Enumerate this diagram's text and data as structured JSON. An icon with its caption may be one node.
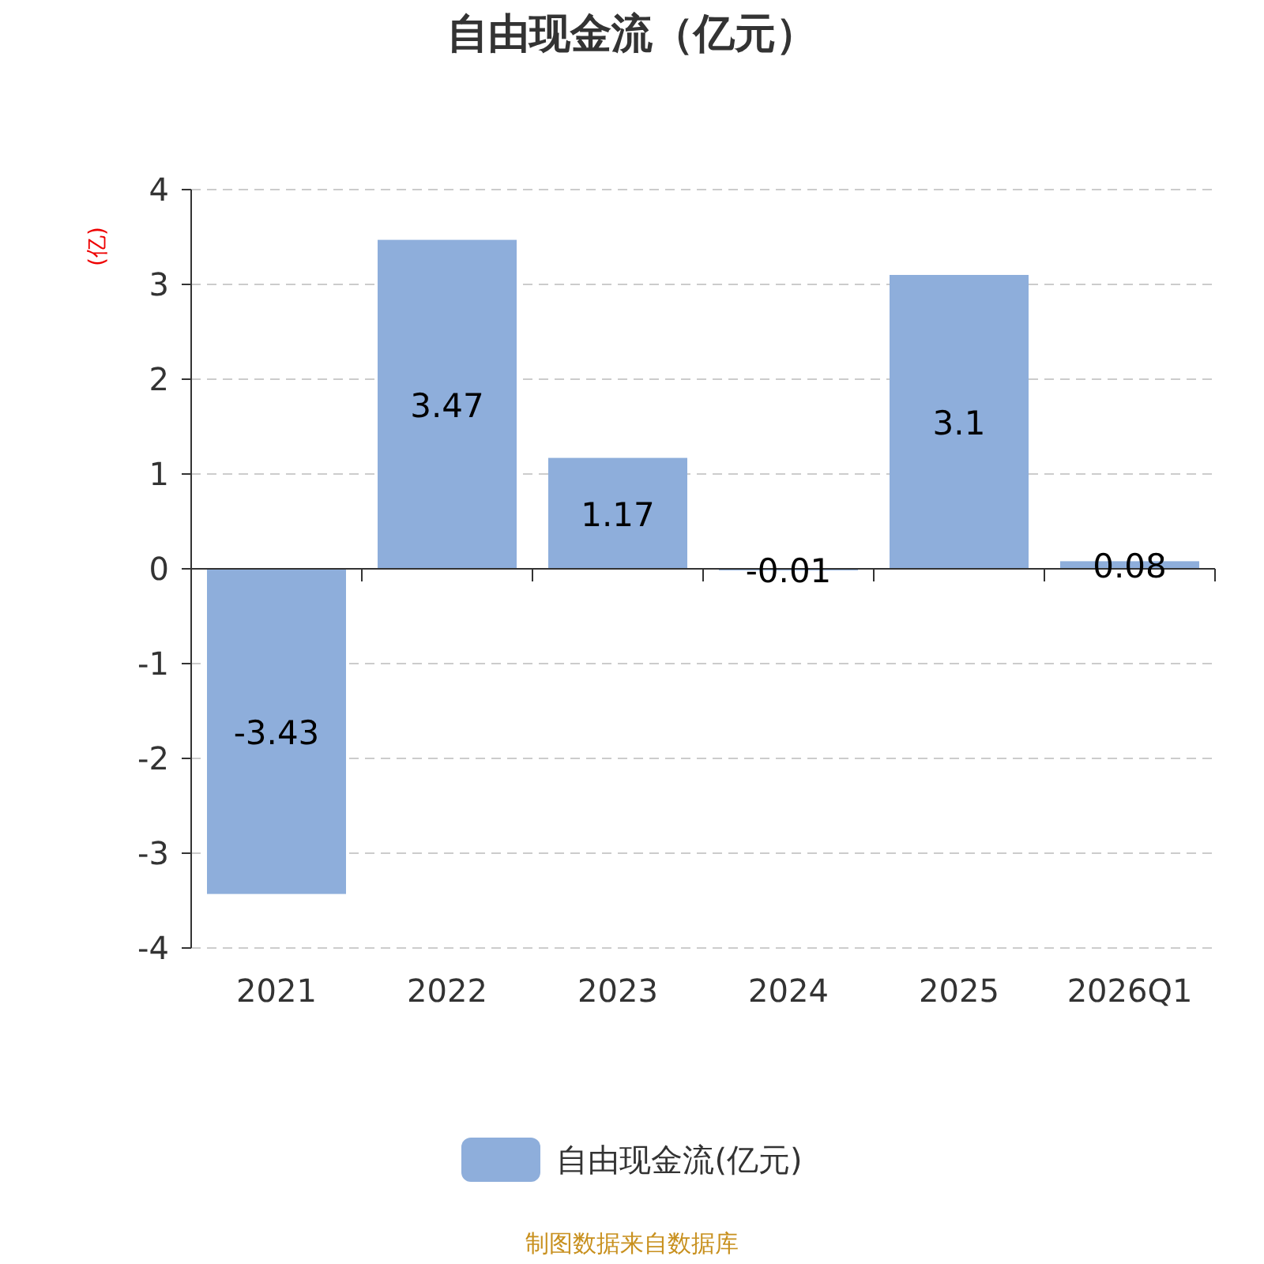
{
  "diagram": {
    "title": "自由现金流（亿元）",
    "caption": "制图数据来自数据库",
    "chart_data": {
      "type": "bar",
      "ylabel": "(亿)",
      "categories": [
        "2021",
        "2022",
        "2023",
        "2024",
        "2025",
        "2026Q1"
      ],
      "series": [
        {
          "name": "自由现金流(亿元)",
          "color": "#8eaedb",
          "values": [
            -3.43,
            3.47,
            1.17,
            -0.01,
            3.1,
            0.08
          ]
        }
      ],
      "ylim": [
        -4,
        4
      ],
      "grid": true,
      "yticks": [
        -4,
        -3,
        -2,
        -1,
        0,
        1,
        2,
        3,
        4
      ],
      "data_labels": true
    }
  }
}
